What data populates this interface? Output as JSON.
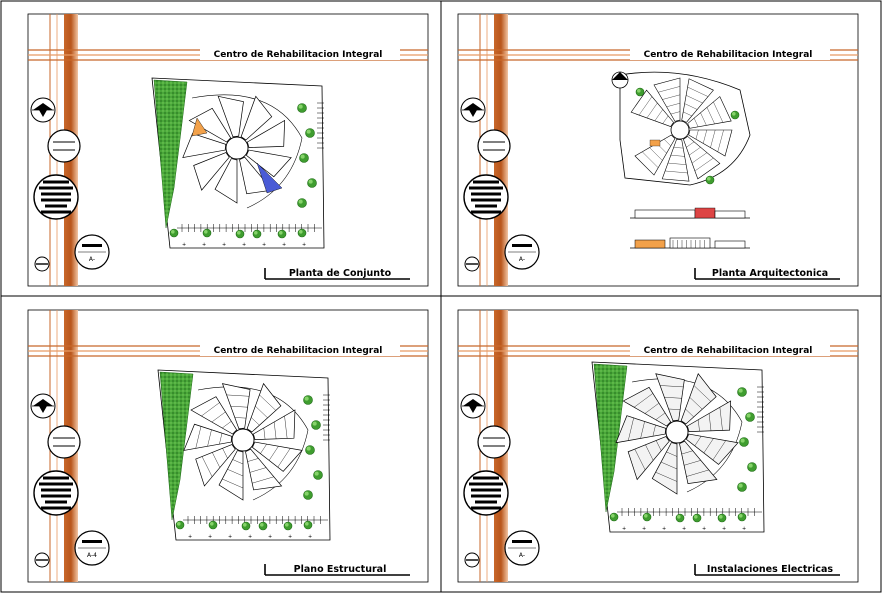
{
  "project_title": "Centro de Rehabilitacion Integral",
  "colors": {
    "accent": "#c8672a",
    "accent_light": "#e89a63",
    "tree": "#3f9d2f",
    "tree_dark": "#1f6b17",
    "line": "#000000"
  },
  "panels": [
    {
      "sheet_name": "Planta de Conjunto",
      "code": "A-"
    },
    {
      "sheet_name": "Planta Arquitectonica",
      "code": "A-"
    },
    {
      "sheet_name": "Plano Estructural",
      "code": "A-4"
    },
    {
      "sheet_name": "Instalaciones Electricas",
      "code": "A-"
    }
  ]
}
